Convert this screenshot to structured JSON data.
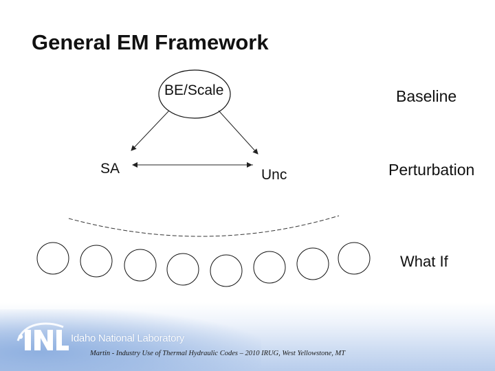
{
  "slide": {
    "title": "General EM Framework",
    "nodes": {
      "be_scale": "BE/Scale",
      "sa": "SA",
      "unc": "Unc"
    },
    "side_labels": {
      "baseline": "Baseline",
      "perturbation": "Perturbation",
      "what_if": "What If"
    },
    "what_if_circle_count": 8
  },
  "footer": {
    "logo_text": "Idaho National Laboratory",
    "logo_name": "INL",
    "citation": "Martin - Industry Use of Thermal Hydraulic Codes – 2010 IRUG, West Yellowstone, MT"
  },
  "colors": {
    "footer_blue": "#8fb0e0",
    "text": "#111111"
  }
}
